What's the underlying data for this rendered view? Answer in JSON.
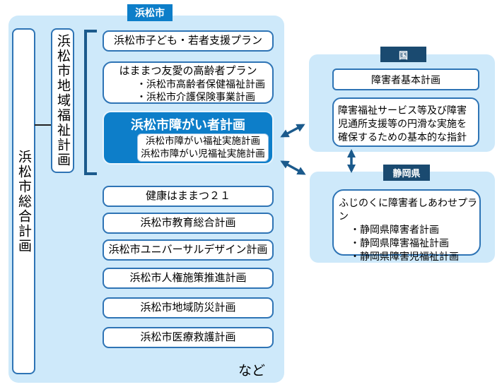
{
  "city": {
    "tab": "浜松市",
    "etc_label": "など"
  },
  "left_column": {
    "comprehensive_plan": "浜松市総合計画",
    "regional_welfare_plan": "浜松市地域福祉計画"
  },
  "city_plans": {
    "youth_plan": "浜松市子ども・若者支援プラン",
    "elderly_plan": {
      "title": "はままつ友愛の高齢者プラン",
      "items": [
        "・浜松市高齢者保健福祉計画",
        "・浜松市介護保険事業計画"
      ]
    },
    "disability_plan": {
      "title": "浜松市障がい者計画",
      "sub_plans": [
        "浜松市障がい福祉実施計画",
        "浜松市障がい児福祉実施計画"
      ]
    },
    "other_plans": [
      "健康はままつ２１",
      "浜松市教育総合計画",
      "浜松市ユニバーサルデザイン計画",
      "浜松市人権施策推進計画",
      "浜松市地域防災計画",
      "浜松市医療救護計画"
    ]
  },
  "national": {
    "tab": "国",
    "basic_plan": "障害者基本計画",
    "guideline": "障害福祉サービス等及び障害児通所支援等の円滑な実施を確保するための基本的な指針"
  },
  "prefecture": {
    "tab": "静岡県",
    "plan": {
      "title": "ふじのくに障害者しあわせプラン",
      "items": [
        "・静岡県障害者計画",
        "・静岡県障害福祉計画",
        "・静岡県障害児福祉計画"
      ]
    }
  },
  "colors": {
    "panel_blue": "#cee9fa",
    "accent_blue": "#0d7ec9",
    "navy": "#1a4a70",
    "box_border_blue": "#2e74b5",
    "arrow_blue": "#1b5a8c"
  }
}
